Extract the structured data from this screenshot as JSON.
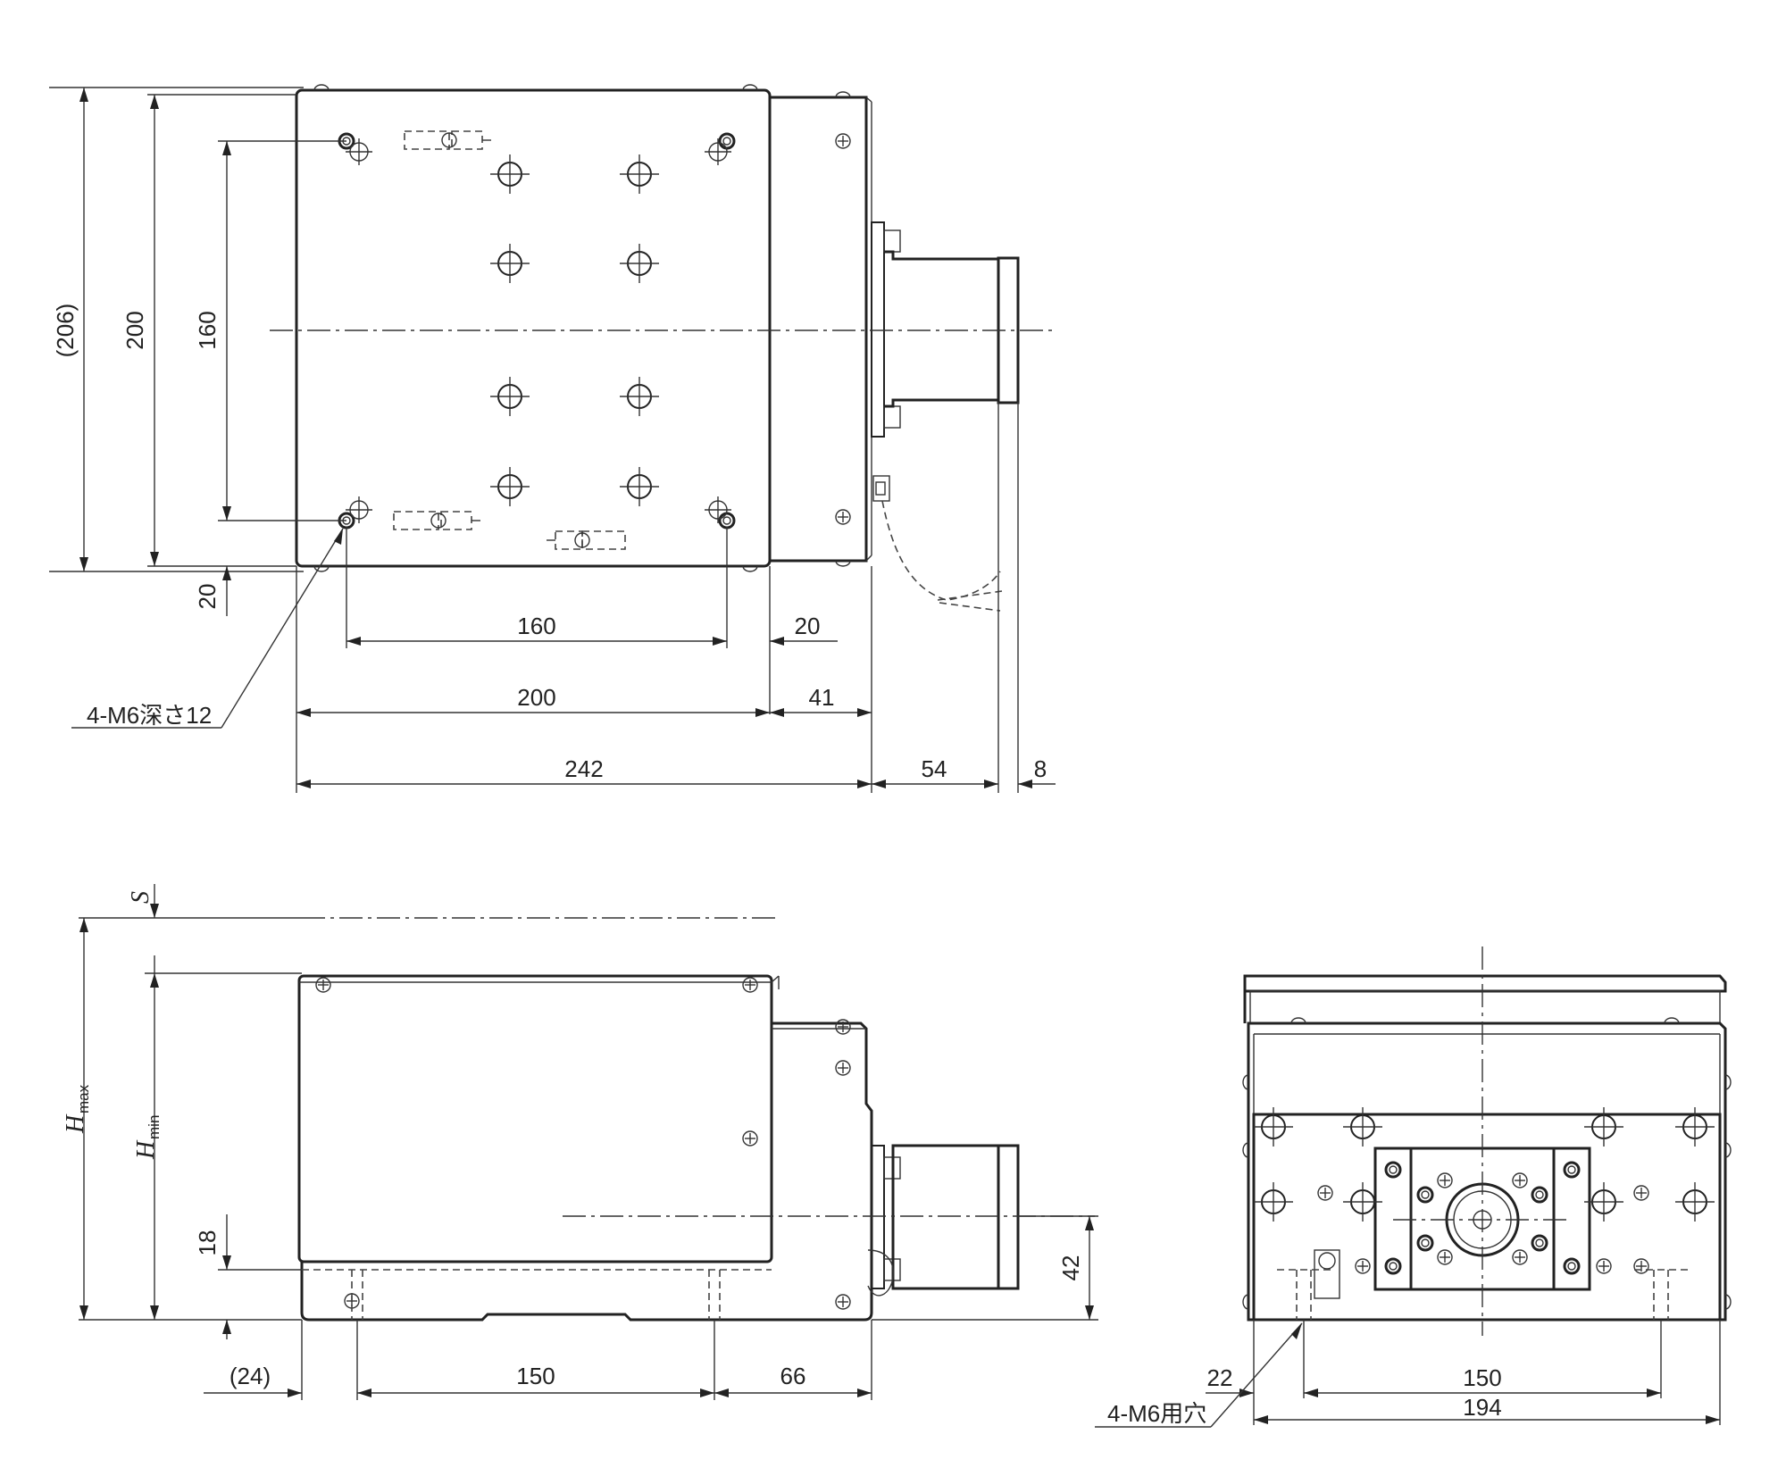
{
  "labels": {
    "top_h206": "(206)",
    "top_h200": "200",
    "top_h160": "160",
    "top_h20": "20",
    "top_w160": "160",
    "top_w20": "20",
    "top_w200": "200",
    "top_w41": "41",
    "top_w242": "242",
    "top_w54": "54",
    "top_w8": "8",
    "top_note": "4-M6深さ12",
    "front_s": "S",
    "front_hmax_main": "H",
    "front_hmax_sub": "max",
    "front_hmin_main": "H",
    "front_hmin_sub": "min",
    "front_h18": "18",
    "front_h42": "42",
    "front_w24": "(24)",
    "front_w150": "150",
    "front_w66": "66",
    "side_w22": "22",
    "side_w150": "150",
    "side_w194": "194",
    "side_note": "4-M6用穴"
  },
  "colors": {
    "line": "#222222",
    "background": "#ffffff"
  }
}
